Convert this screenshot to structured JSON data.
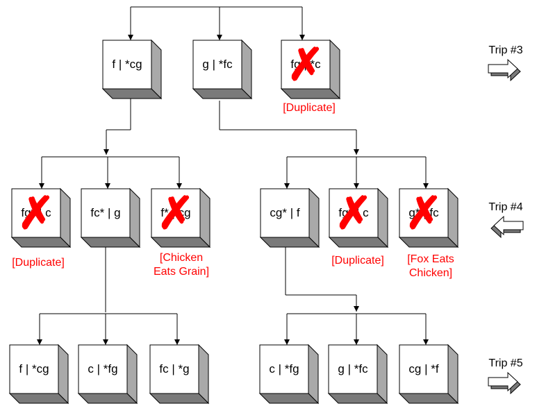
{
  "colors": {
    "reject": "#ff0000",
    "face": "#ffffff",
    "side": "#a9a9a9",
    "bottom": "#7a7a7a",
    "outline": "#000000"
  },
  "levels": {
    "trip3": [
      {
        "label": "f | *cg",
        "rejected": false
      },
      {
        "label": "g | *fc",
        "rejected": false
      },
      {
        "label": "fg | *c",
        "rejected": true,
        "note": "[Duplicate]"
      }
    ],
    "trip4": [
      {
        "label": "fg* | c",
        "rejected": true,
        "note": "[Duplicate]"
      },
      {
        "label": "fc* | g",
        "rejected": false
      },
      {
        "label": "f* | cg",
        "rejected": true,
        "note": "[Chicken\nEats Grain]"
      },
      {
        "label": "cg* | f",
        "rejected": false
      },
      {
        "label": "fg* | c",
        "rejected": true,
        "note": "[Duplicate]"
      },
      {
        "label": "g* | fc",
        "rejected": true,
        "note": "[Fox Eats\nChicken]"
      }
    ],
    "trip5": [
      {
        "label": "f | *cg",
        "rejected": false
      },
      {
        "label": "c | *fg",
        "rejected": false
      },
      {
        "label": "fc | *g",
        "rejected": false
      },
      {
        "label": "c | *fg",
        "rejected": false
      },
      {
        "label": "g | *fc",
        "rejected": false
      },
      {
        "label": "cg | *f",
        "rejected": false
      }
    ]
  },
  "trips": [
    {
      "label": "Trip #3",
      "direction": "right"
    },
    {
      "label": "Trip #4",
      "direction": "left"
    },
    {
      "label": "Trip #5",
      "direction": "right"
    }
  ]
}
